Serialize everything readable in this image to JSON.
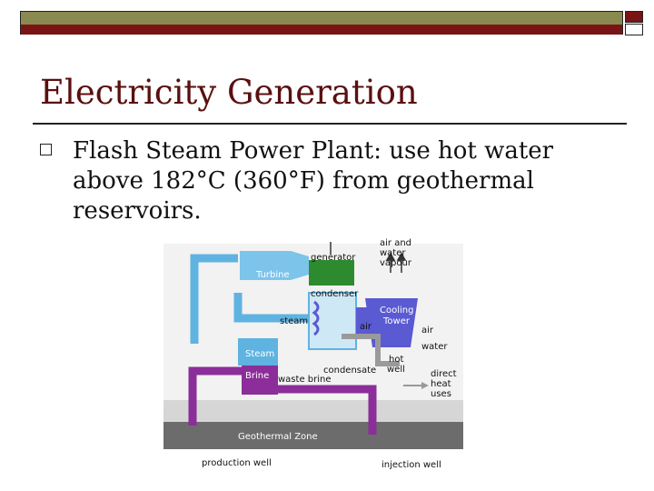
{
  "slide": {
    "title": "Electricity Generation",
    "bullet_text": "Flash Steam Power Plant: use hot water above 182°C (360°F) from geothermal reservoirs."
  },
  "diagram": {
    "labels": {
      "generator": "generator",
      "air_vapour": [
        "air and",
        "water",
        "vapour"
      ],
      "turbine": "Turbine",
      "condenser": "condenser",
      "cooling_tower": [
        "Cooling",
        "Tower"
      ],
      "steam_pipe": "steam",
      "air_left": "air",
      "air_right": "air",
      "water": "water",
      "steam_box": "Steam",
      "brine_box": "Brine",
      "condensate": "condensate",
      "hot_well": [
        "hot",
        "well"
      ],
      "waste_brine": "waste brine",
      "direct_heat": [
        "direct",
        "heat",
        "uses"
      ],
      "geothermal_zone": "Geothermal Zone",
      "production_well": "production well",
      "injection_well": "injection well"
    },
    "colors": {
      "steam_blue": "#5fb3e0",
      "brine_purple": "#8b2e99",
      "tower_blue": "#5a5ad2",
      "generator_green": "#2e8a2e"
    },
    "icons": [
      "up-arrow-icon",
      "right-arrow-icon",
      "down-arrow-icon"
    ]
  }
}
